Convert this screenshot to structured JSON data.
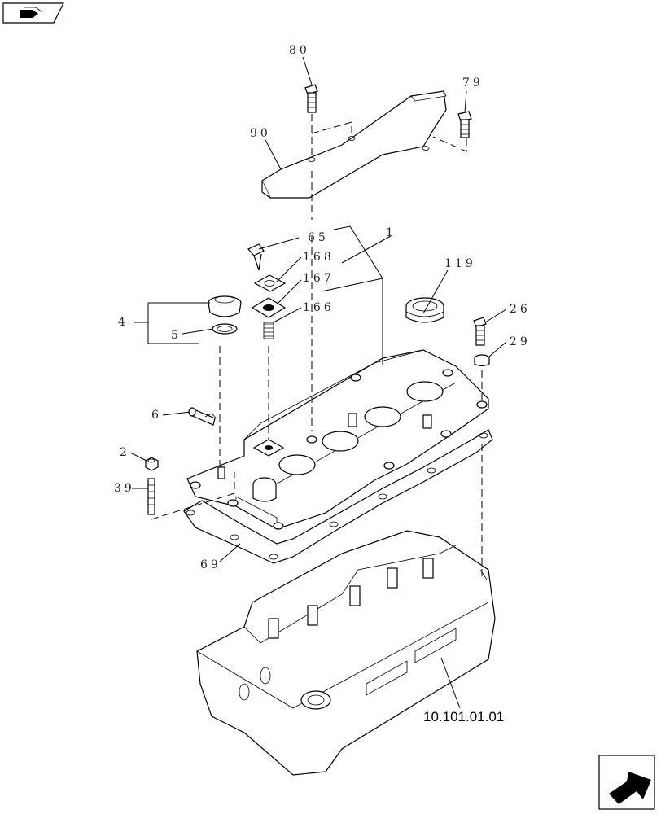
{
  "callouts": {
    "c80": "80",
    "c79": "79",
    "c90": "90",
    "c65": "65",
    "c1": "1",
    "c168": "168",
    "c167": "167",
    "c166": "166",
    "c119": "119",
    "c4": "4",
    "c5": "5",
    "c26": "26",
    "c29": "29",
    "c6": "6",
    "c2": "2",
    "c39": "39",
    "c69": "69"
  },
  "reference": {
    "label": "10.101.01.01"
  },
  "icons": {
    "top_left": "book-nav-icon",
    "bottom_right": "next-arrow-icon"
  }
}
